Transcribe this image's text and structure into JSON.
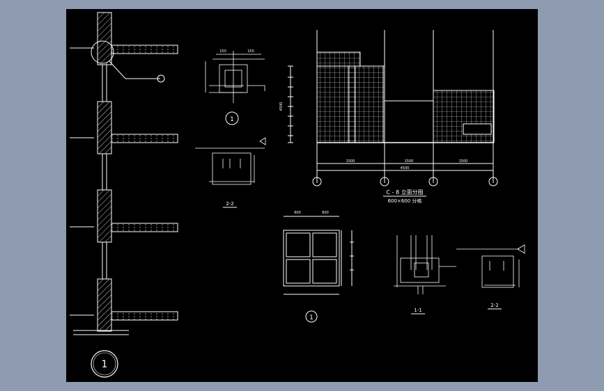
{
  "colors": {
    "background": "#8e9bb1",
    "drawing_area": "#000000",
    "line": "#ffffff",
    "hatch": "#ffffff"
  },
  "section_view": {
    "circle_label": "1"
  },
  "detail_top": {
    "circle_label": "1",
    "dim_a": "150",
    "dim_b": "150"
  },
  "section_2_2_top": {
    "title": "2-2"
  },
  "elevation": {
    "title": "C - 8 立面分图",
    "subtitle": "600×600 分格",
    "height_dim": "4500",
    "dims": [
      "1500",
      "1500",
      "1500"
    ],
    "total_dim": "4500"
  },
  "window_detail": {
    "circle_label": "1",
    "dim_top_a": "600",
    "dim_top_b": "600"
  },
  "section_1_1": {
    "title": "1-1"
  },
  "section_2_2_right": {
    "title": "2-2"
  }
}
